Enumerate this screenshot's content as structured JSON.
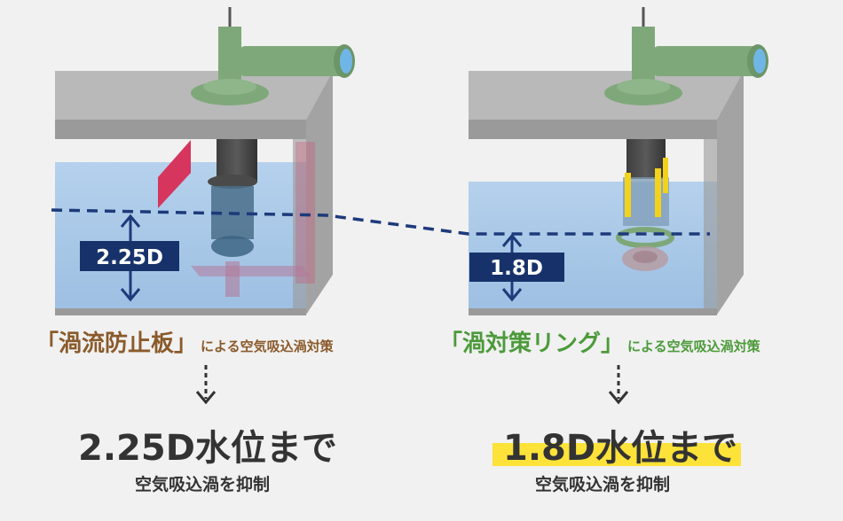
{
  "left": {
    "level_label": "2.25D",
    "caption_main": "「渦流防止板」",
    "caption_sub": "による空気吸込渦対策",
    "result_main": "2.25D水位まで",
    "result_sub": "空気吸込渦を抑制"
  },
  "right": {
    "level_label": "1.8D",
    "caption_main": "「渦対策リング」",
    "caption_sub": "による空気吸込渦対策",
    "result_main": "1.8D水位まで",
    "result_sub": "空気吸込渦を抑制"
  },
  "colors": {
    "background": "#f1f1f1",
    "tank_wall": "#9e9e9e",
    "water": "#a9c8e6",
    "pump_green": "#7fa87a",
    "vortex_plate": "#d6355e",
    "level_line": "#1d3a7a",
    "label_box": "#17326b",
    "left_caption": "#8a5a2b",
    "right_caption": "#4c9a3a",
    "highlight": "#fde23a",
    "result_text": "#333333"
  }
}
